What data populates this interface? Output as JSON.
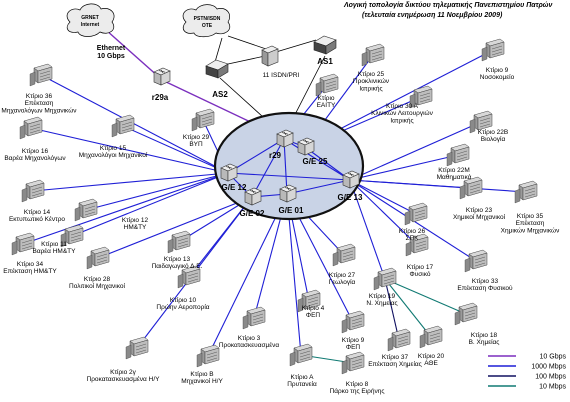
{
  "title": {
    "line1": "Λογική τοπολογία δικτύου τηλεματικής Πανεπιστημίου Πατρών",
    "line2": "(τελευταία ενημέρωση 11 Νοεμβρίου 2009)"
  },
  "clouds": {
    "grnet": [
      "GRNET",
      "Internet"
    ],
    "pstn": [
      "PSTN/ISDN",
      "OTE"
    ]
  },
  "labels": {
    "ethernet": [
      "Ethernet",
      "10 Gbps"
    ],
    "isdn": "11 ISDN/PRI",
    "as1": "AS1",
    "as2": "AS2",
    "r29a": "r29a",
    "r29": "r29",
    "ge25": "G/E 25",
    "ge12": "G/E 12",
    "ge13": "G/E 13",
    "ge02": "G/E 02",
    "ge01": "G/E 01"
  },
  "buildings": [
    {
      "id": "b36",
      "lines": [
        "Κτίριο 36",
        "Επέκταση",
        "Μηχανολόγων Μηχανικών"
      ]
    },
    {
      "id": "b16",
      "lines": [
        "Κτίριο 16",
        "Βαρέα Μηχανολόγων"
      ]
    },
    {
      "id": "b15",
      "lines": [
        "Κτίριο 15",
        "Μηχανολόγοι Μηχανικοί"
      ]
    },
    {
      "id": "b29",
      "lines": [
        "Κτίριο 29",
        "ΒΥΠ"
      ]
    },
    {
      "id": "beaity",
      "lines": [
        "Κτίριο",
        "ΕΑΙΤΥ"
      ]
    },
    {
      "id": "b25",
      "lines": [
        "Κτίριο 25",
        "Προκλινικών",
        "Ιατρικής"
      ]
    },
    {
      "id": "b9n",
      "lines": [
        "Κτίριο 9",
        "Νοσοκομείο"
      ]
    },
    {
      "id": "b30a",
      "lines": [
        "Κτίριο 30 Α",
        "Κλινικών Λειτουργιών",
        "Ιατρικής"
      ]
    },
    {
      "id": "b22b",
      "lines": [
        "Κτίριο 22Β",
        "Βιολογία"
      ]
    },
    {
      "id": "b22m",
      "lines": [
        "Κτίριο 22Μ",
        "Μαθηματικά"
      ]
    },
    {
      "id": "b14",
      "lines": [
        "Κτίριο 14",
        "Εκτυπωτικό Κέντρο"
      ]
    },
    {
      "id": "b12",
      "lines": [
        "Κτίριο 12",
        "ΗΜ&ΤΥ"
      ]
    },
    {
      "id": "b11",
      "lines": [
        "Κτίριο 11",
        "Βαρέα ΗΜ&ΤΥ"
      ]
    },
    {
      "id": "b34",
      "lines": [
        "Κτίριο 34",
        "Επέκταση ΗΜ&ΤΥ"
      ]
    },
    {
      "id": "b13",
      "lines": [
        "Κτίριο 13",
        "Παιδαγωγικό Δ.Ε."
      ]
    },
    {
      "id": "b28",
      "lines": [
        "Κτίριο 28",
        "Πολιτικοί Μηχανικοί"
      ]
    },
    {
      "id": "b10",
      "lines": [
        "Κτίριο 10",
        "Πρώην Αεροπορία"
      ]
    },
    {
      "id": "b23",
      "lines": [
        "Κτίριο 23",
        "Χημικοί Μηχανικοί"
      ]
    },
    {
      "id": "b35",
      "lines": [
        "Κτίριο 35",
        "Επέκταση",
        "Χημικών Μηχανικών"
      ]
    },
    {
      "id": "b26",
      "lines": [
        "Κτίριο 26",
        "ΣΠΚ"
      ]
    },
    {
      "id": "b17",
      "lines": [
        "Κτίριο 17",
        "Φυσικό"
      ]
    },
    {
      "id": "b33",
      "lines": [
        "Κτίριο 33",
        "Επέκταση Φυσικού"
      ]
    },
    {
      "id": "b27",
      "lines": [
        "Κτίριο 27",
        "Γεωλογία"
      ]
    },
    {
      "id": "b19",
      "lines": [
        "Κτίριο 19",
        "Ν. Χημείας"
      ]
    },
    {
      "id": "b18",
      "lines": [
        "Κτίριο 18",
        "Β. Χημείας"
      ]
    },
    {
      "id": "b4",
      "lines": [
        "Κτίριο 4",
        "ΦΕΠ"
      ]
    },
    {
      "id": "b9f",
      "lines": [
        "Κτίριο 9",
        "ΦΕΠ"
      ]
    },
    {
      "id": "b37",
      "lines": [
        "Κτίριο 37",
        "Επέκταση Χημείας"
      ]
    },
    {
      "id": "b20",
      "lines": [
        "Κτίριο 20",
        "ΑΘΕ"
      ]
    },
    {
      "id": "b3",
      "lines": [
        "Κτίριο 3",
        "Προκατασκευασμένα"
      ]
    },
    {
      "id": "b2y",
      "lines": [
        "Κτίριο 2γ",
        "Προκατασκευασμένα Η/Υ"
      ]
    },
    {
      "id": "bB",
      "lines": [
        "Κτίριο Β",
        "Μηχανικοί Η/Υ"
      ]
    },
    {
      "id": "bA",
      "lines": [
        "Κτίριο Α",
        "Πρυτανεία"
      ]
    },
    {
      "id": "b8",
      "lines": [
        "Κτίριο 8",
        "Πάρκο της Ειρήνης"
      ]
    }
  ],
  "legend": [
    {
      "label": "10 Gbps",
      "color": "#7b2fbe"
    },
    {
      "label": "1000 Mbps",
      "color": "#1f1fd6"
    },
    {
      "label": "100 Mbps",
      "color": "#101060"
    },
    {
      "label": "10 Mbps",
      "color": "#117a73"
    }
  ],
  "colors": {
    "gbe": "#1f1fd6",
    "ten_g": "#7b2fbe",
    "fast": "#101060",
    "ten_m": "#117a73",
    "core_fill": "#c9d3e6",
    "cloud_fill": "#ececec"
  }
}
